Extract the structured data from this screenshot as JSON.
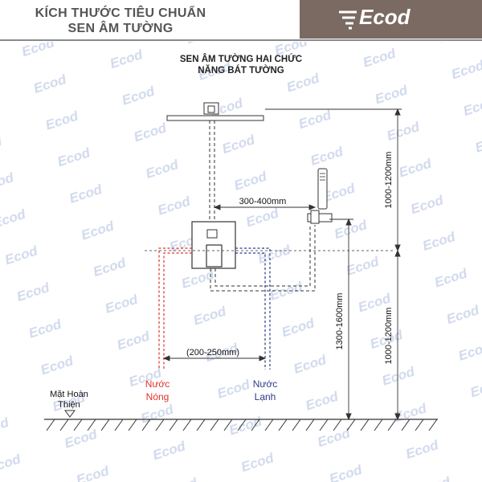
{
  "header": {
    "title_line1": "KÍCH THƯỚC TIÊU CHUẨN",
    "title_line2": "SEN ÂM TƯỜNG",
    "logo": "Ecod"
  },
  "diagram": {
    "title_line1": "SEN ÂM TƯỜNG HAI CHỨC",
    "title_line2": "NĂNG BÁT TƯỜNG",
    "dim_horizontal_top": "300-400mm",
    "dim_horizontal_bottom": "(200-250mm)",
    "dim_vertical_top": "1000-1200mm",
    "dim_vertical_mid": "1300-1600mm",
    "dim_vertical_bottom": "1000-1200mm",
    "hot_water_line1": "Nước",
    "hot_water_line2": "Nóng",
    "cold_water_line1": "Nước",
    "cold_water_line2": "Lạnh",
    "floor_label_line1": "Mặt Hoàn",
    "floor_label_line2": "Thiện"
  },
  "colors": {
    "hot": "#e0332c",
    "cold": "#2e3a8c",
    "line": "#333333",
    "header_bg": "#7a6a62",
    "watermark": "#c9d3ea"
  },
  "icons": {
    "logo": "ecod-logo-icon",
    "shower_head": "overhead-shower-icon",
    "hand_shower": "hand-shower-icon",
    "mixer": "mixer-valve-icon",
    "floor_marker": "floor-triangle-icon"
  }
}
